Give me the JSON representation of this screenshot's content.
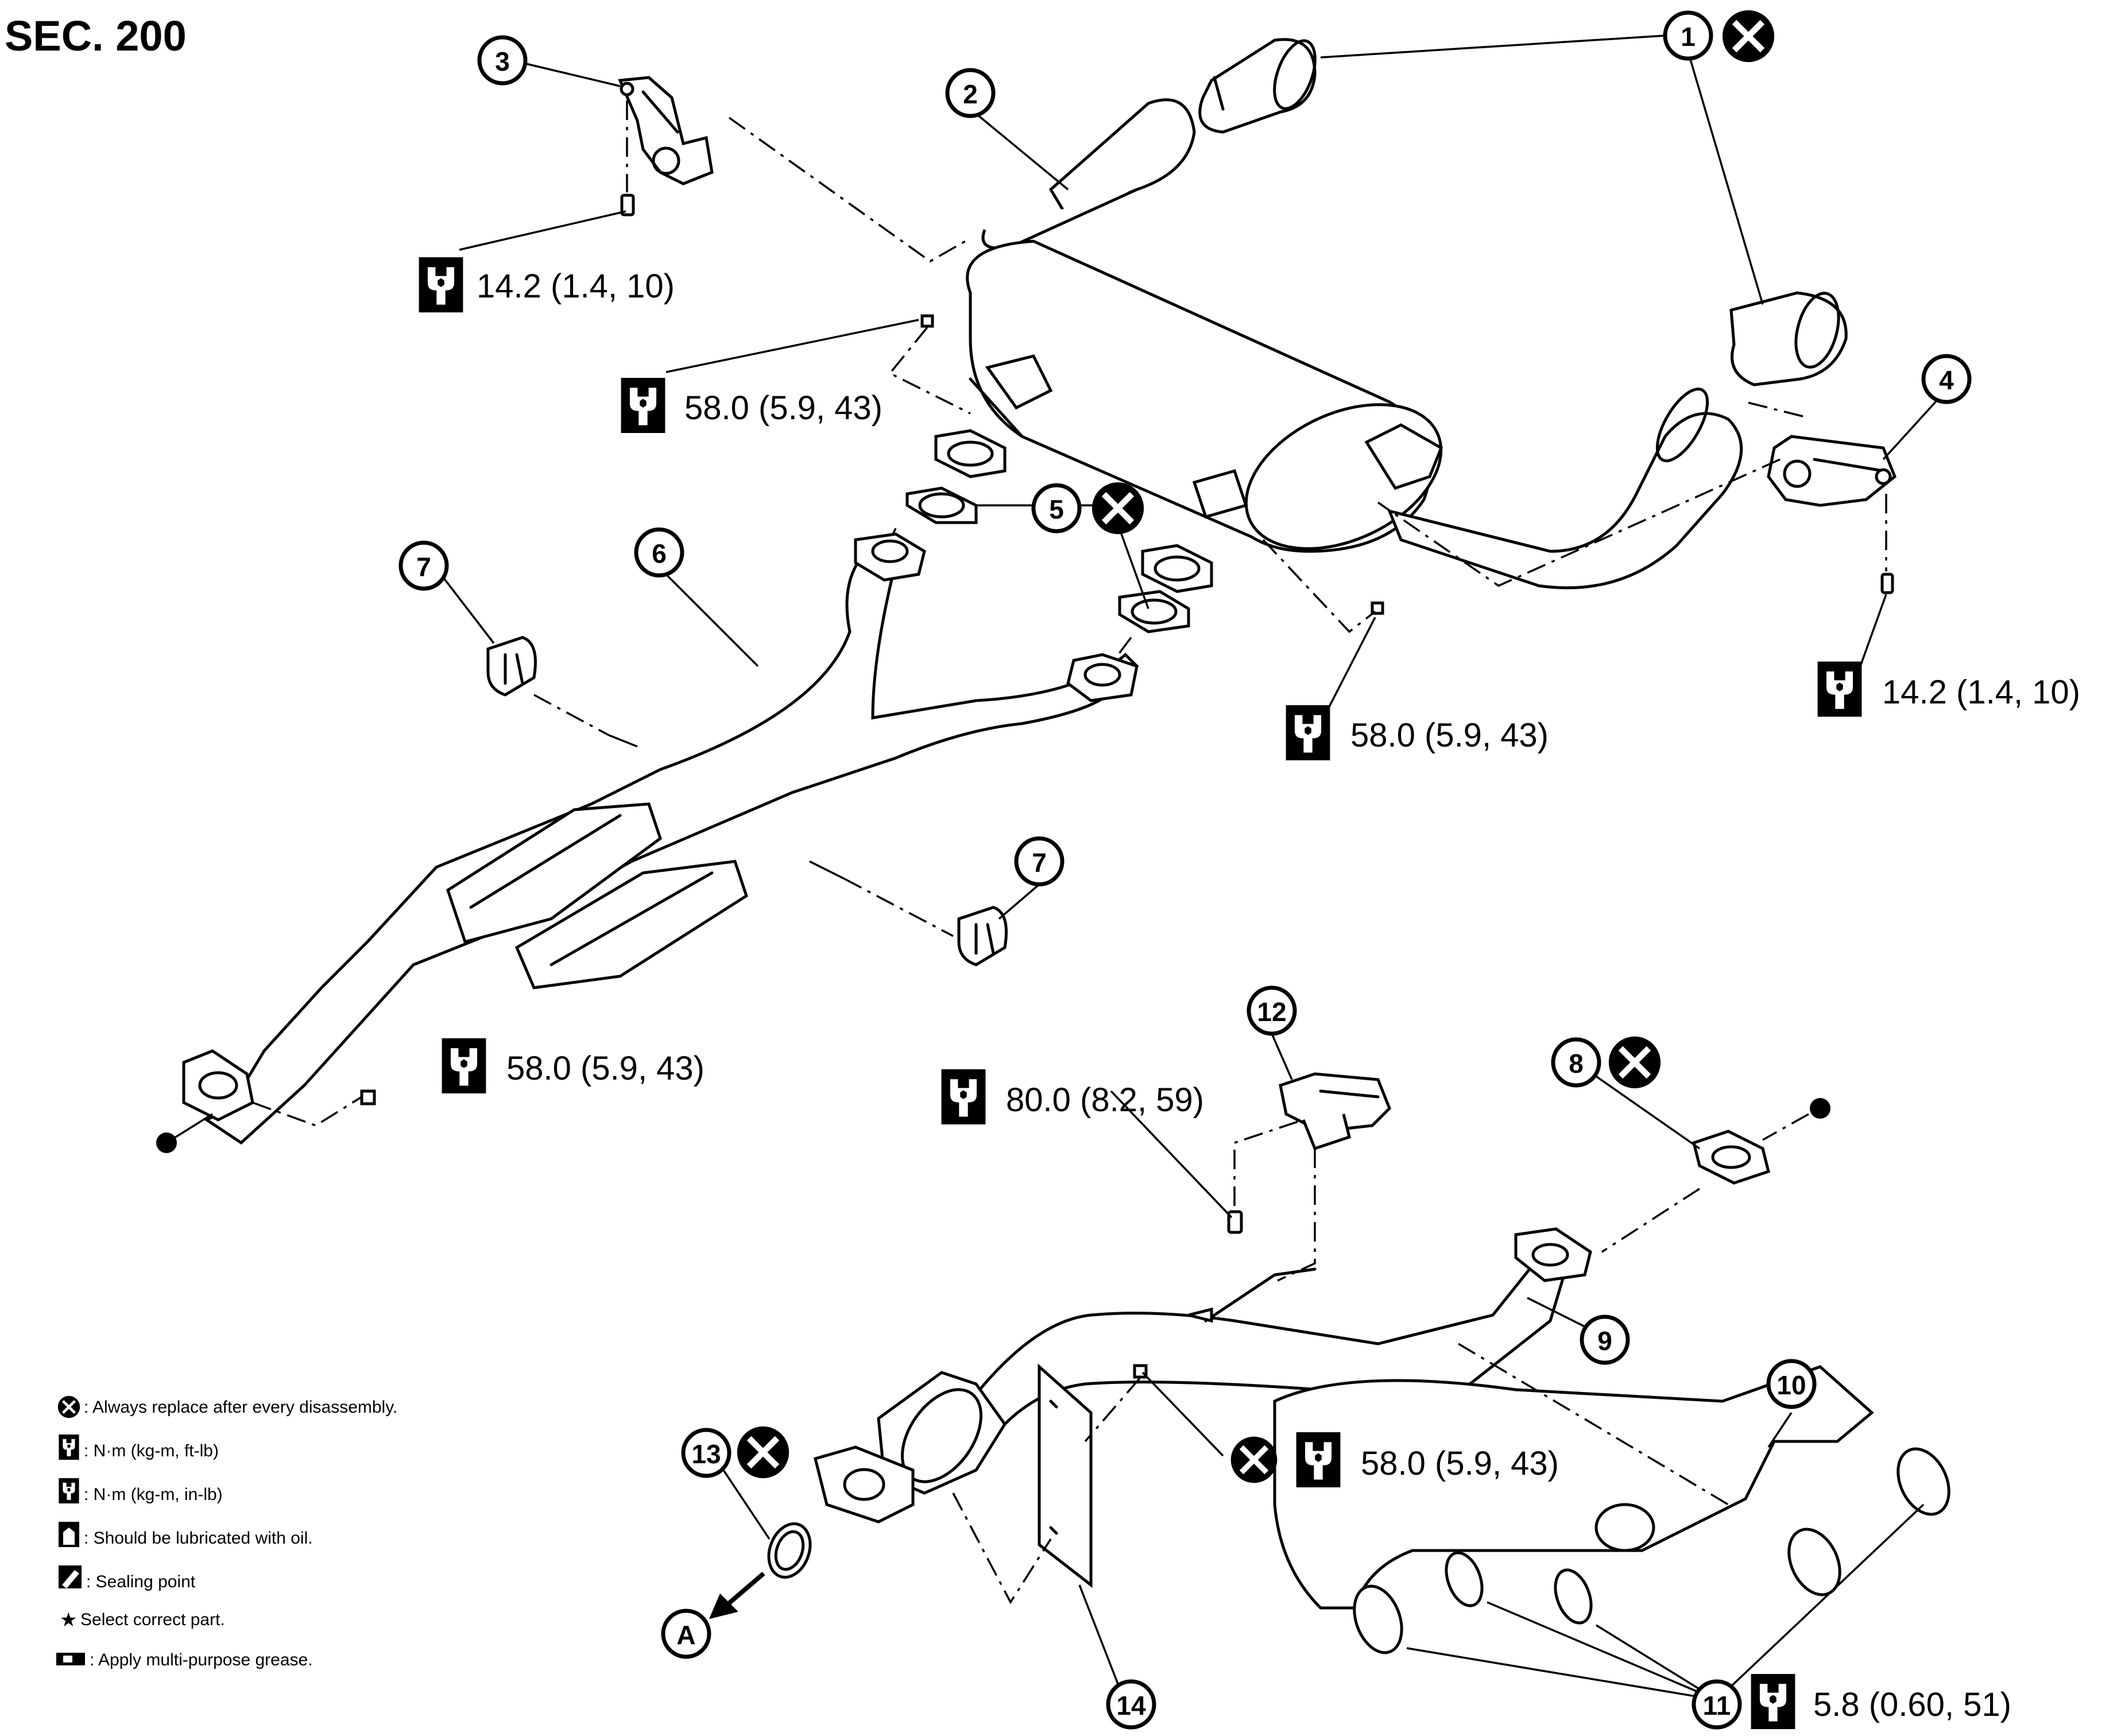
{
  "section_label": "SEC. 200",
  "callouts": [
    {
      "id": "callout-1",
      "num": "1"
    },
    {
      "id": "callout-2",
      "num": "2"
    },
    {
      "id": "callout-3",
      "num": "3"
    },
    {
      "id": "callout-4",
      "num": "4"
    },
    {
      "id": "callout-5",
      "num": "5"
    },
    {
      "id": "callout-6",
      "num": "6"
    },
    {
      "id": "callout-7a",
      "num": "7"
    },
    {
      "id": "callout-7b",
      "num": "7"
    },
    {
      "id": "callout-8",
      "num": "8"
    },
    {
      "id": "callout-9",
      "num": "9"
    },
    {
      "id": "callout-10",
      "num": "10"
    },
    {
      "id": "callout-11",
      "num": "11"
    },
    {
      "id": "callout-12",
      "num": "12"
    },
    {
      "id": "callout-13",
      "num": "13"
    },
    {
      "id": "callout-14",
      "num": "14"
    },
    {
      "id": "callout-A",
      "num": "A"
    }
  ],
  "torques": {
    "t_bracket3": "14.2 (1.4, 10)",
    "t_muffler_nut_left": "58.0 (5.9, 43)",
    "t_bracket4": "14.2 (1.4, 10)",
    "t_muffler_nut_right": "58.0 (5.9, 43)",
    "t_front_flange": "58.0 (5.9, 43)",
    "t_bracket12": "80.0 (8.2, 59)",
    "t_cat_nut": "58.0 (5.9, 43)",
    "t_clamp11": "5.8 (0.60, 51)"
  },
  "legend": [
    {
      "icon": "replace-icon",
      "text": ": Always replace after every disassembly."
    },
    {
      "icon": "torque-nm-ftlb-icon",
      "text": ": N·m (kg-m, ft-lb)"
    },
    {
      "icon": "torque-nm-inlb-icon",
      "text": ": N·m (kg-m, in-lb)"
    },
    {
      "icon": "oil-icon",
      "text": ": Should be lubricated with oil."
    },
    {
      "icon": "sealing-icon",
      "text": ": Sealing point"
    },
    {
      "icon": "star-icon",
      "text": " Select correct part."
    },
    {
      "icon": "grease-icon",
      "text": " : Apply multi-purpose grease."
    }
  ],
  "colors": {
    "ink": "#000000",
    "paper": "#ffffff"
  }
}
